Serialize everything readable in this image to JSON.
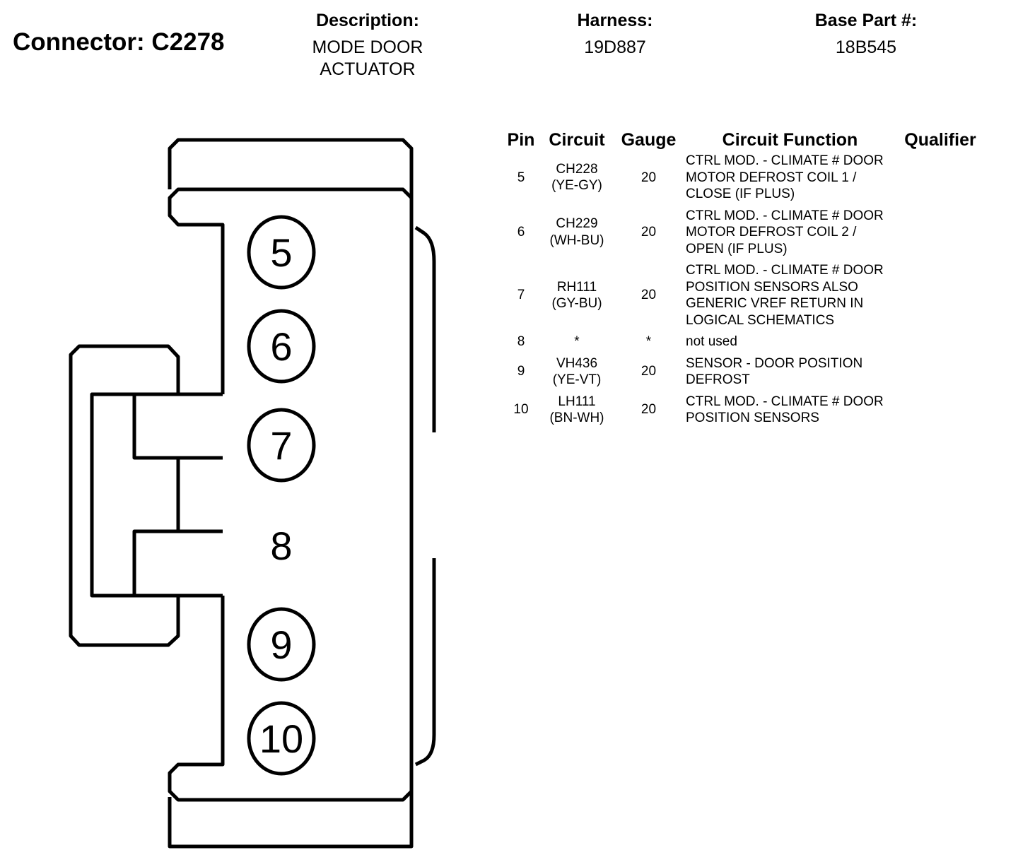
{
  "header": {
    "connector_title": "Connector: C2278",
    "description_label": "Description:",
    "description_value": "MODE DOOR ACTUATOR",
    "harness_label": "Harness:",
    "harness_value": "19D887",
    "base_part_label": "Base Part #:",
    "base_part_value": "18B545"
  },
  "table": {
    "headers": {
      "pin": "Pin",
      "circuit": "Circuit",
      "gauge": "Gauge",
      "function": "Circuit Function",
      "qualifier": "Qualifier"
    },
    "rows": [
      {
        "pin": "5",
        "circuit": "CH228",
        "color": "(YE-GY)",
        "gauge": "20",
        "function": "CTRL MOD. - CLIMATE # DOOR MOTOR DEFROST COIL 1 / CLOSE (IF PLUS)",
        "qualifier": ""
      },
      {
        "pin": "6",
        "circuit": "CH229",
        "color": "(WH-BU)",
        "gauge": "20",
        "function": "CTRL MOD. - CLIMATE # DOOR MOTOR DEFROST COIL 2 / OPEN (IF PLUS)",
        "qualifier": ""
      },
      {
        "pin": "7",
        "circuit": "RH111",
        "color": "(GY-BU)",
        "gauge": "20",
        "function": "CTRL MOD. - CLIMATE # DOOR POSITION SENSORS ALSO GENERIC VREF RETURN IN LOGICAL SCHEMATICS",
        "qualifier": ""
      },
      {
        "pin": "8",
        "circuit": "*",
        "color": "",
        "gauge": "*",
        "function": "not used",
        "qualifier": ""
      },
      {
        "pin": "9",
        "circuit": "VH436",
        "color": "(YE-VT)",
        "gauge": "20",
        "function": "SENSOR - DOOR POSITION DEFROST",
        "qualifier": ""
      },
      {
        "pin": "10",
        "circuit": "LH111",
        "color": "(BN-WH)",
        "gauge": "20",
        "function": "CTRL MOD. - CLIMATE # DOOR POSITION SENSORS",
        "qualifier": ""
      }
    ]
  },
  "connector_diagram": {
    "pins": [
      {
        "label": "5",
        "circled": true
      },
      {
        "label": "6",
        "circled": true
      },
      {
        "label": "7",
        "circled": true
      },
      {
        "label": "8",
        "circled": false
      },
      {
        "label": "9",
        "circled": true
      },
      {
        "label": "10",
        "circled": true
      }
    ]
  }
}
